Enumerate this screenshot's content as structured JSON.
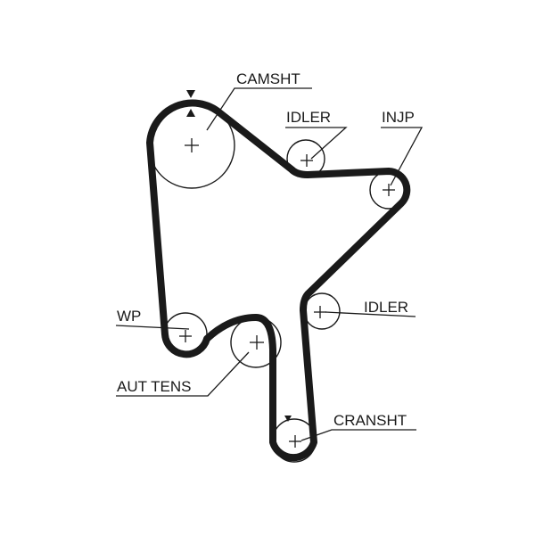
{
  "labels": {
    "camshaft": "CAMSHT",
    "idler_top": "IDLER",
    "injection_pump": "INJP",
    "idler_right": "IDLER",
    "water_pump": "WP",
    "auto_tensioner": "AUT TENS",
    "crankshaft": "CRANSHT"
  },
  "colors": {
    "line": "#1a1a1a",
    "background": "#ffffff"
  }
}
